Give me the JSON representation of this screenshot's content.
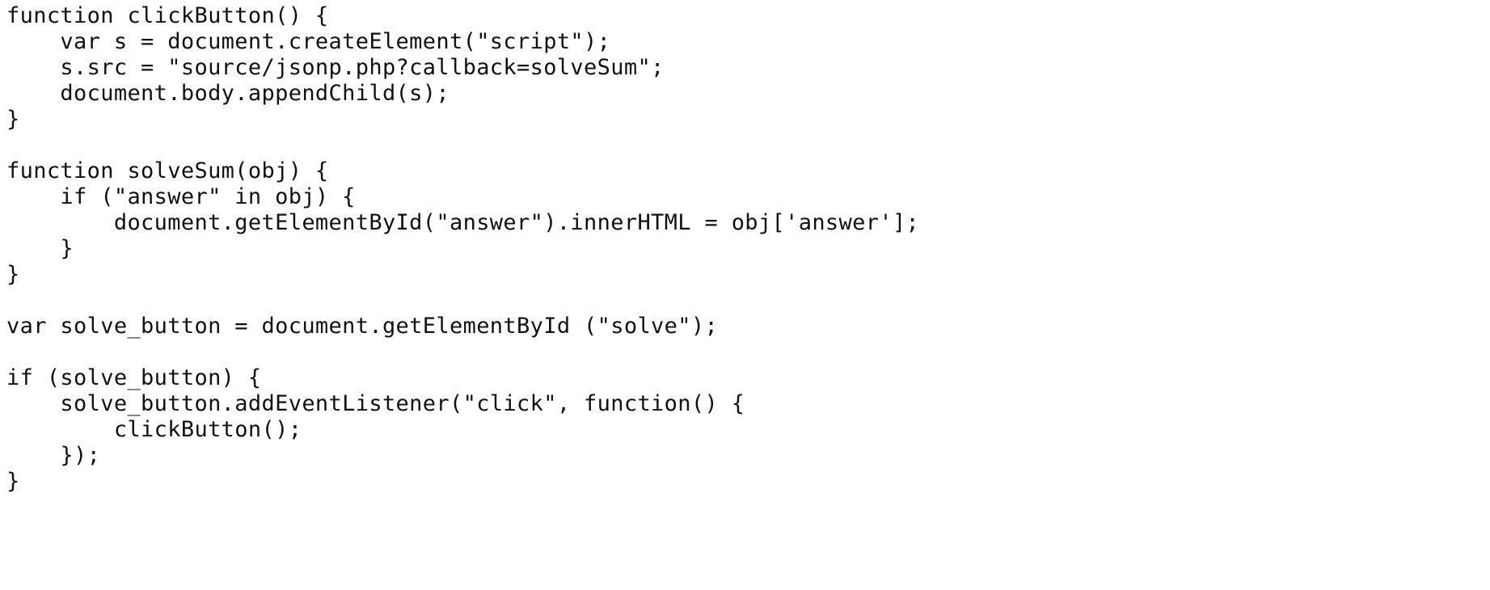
{
  "code": {
    "lines": [
      "function clickButton() {",
      "    var s = document.createElement(\"script\");",
      "    s.src = \"source/jsonp.php?callback=solveSum\";",
      "    document.body.appendChild(s);",
      "}",
      "",
      "function solveSum(obj) {",
      "    if (\"answer\" in obj) {",
      "        document.getElementById(\"answer\").innerHTML = obj['answer'];",
      "    }",
      "}",
      "",
      "var solve_button = document.getElementById (\"solve\");",
      "",
      "if (solve_button) {",
      "    solve_button.addEventListener(\"click\", function() {",
      "        clickButton();",
      "    });",
      "}"
    ]
  }
}
